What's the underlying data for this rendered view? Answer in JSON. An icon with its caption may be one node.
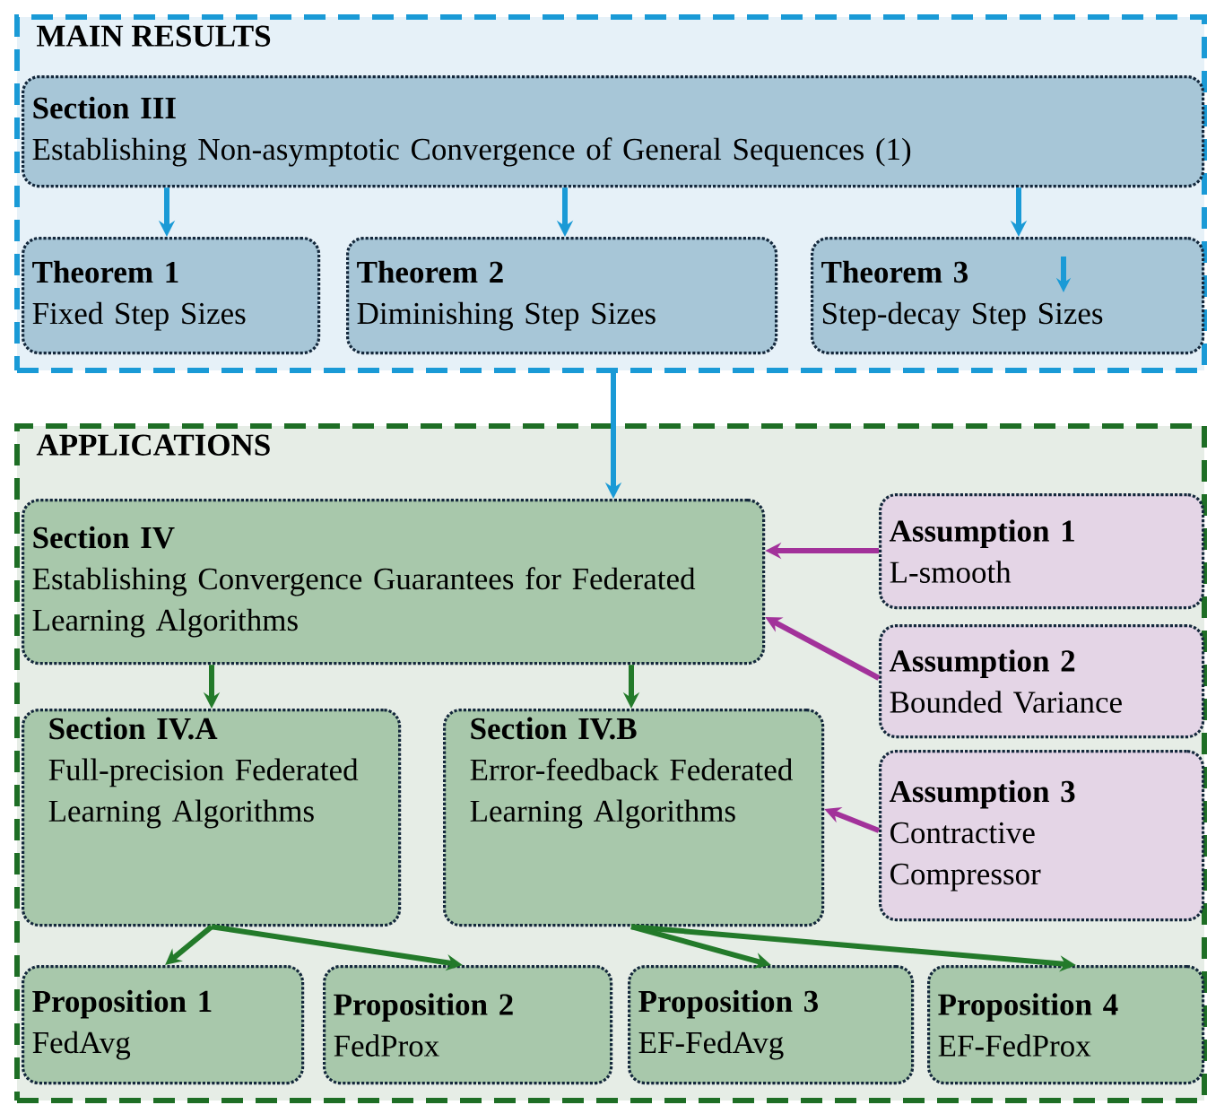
{
  "diagram": {
    "nodes": [
      {
        "text": [
          "MAIN RESULTS"
        ]
      },
      {
        "text": [
          "Section III",
          "Establishing Non-asymptotic Convergence of General Sequences (1)"
        ],
        "in": 0
      },
      {
        "text": [
          "Theorem 1",
          "Fixed Step Sizes"
        ],
        "in": 0
      },
      {
        "text": [
          "Theorem 2",
          "Diminishing Step Sizes"
        ],
        "in": 0
      },
      {
        "text": [
          "Theorem 3",
          "Step-decay Step Sizes"
        ],
        "in": 0
      },
      {
        "text": [
          "APPLICATIONS"
        ]
      },
      {
        "text": [
          "Section IV",
          "Establishing Convergence Guarantees for Federated Learning Algorithms"
        ],
        "in": 5
      },
      {
        "text": [
          "Assumption 1",
          "L-smooth"
        ],
        "in": 5
      },
      {
        "text": [
          "Assumption 2",
          "Bounded Variance"
        ],
        "in": 5
      },
      {
        "text": [
          "Section IV.A",
          "Full-precision Federated Learning Algorithms"
        ],
        "in": 5
      },
      {
        "text": [
          "Section IV.B",
          "Error-feedback Federated Learning Algorithms"
        ],
        "in": 5
      },
      {
        "text": [
          "Assumption 3",
          "Contractive Compressor"
        ],
        "in": 5
      },
      {
        "text": [
          "Proposition 1",
          "FedAvg"
        ],
        "in": 5
      },
      {
        "text": [
          "Proposition 2",
          "FedProx"
        ],
        "in": 5
      },
      {
        "text": [
          "Proposition 3",
          "EF-FedAvg"
        ],
        "in": 5
      },
      {
        "text": [
          "Proposition 4",
          "EF-FedProx"
        ],
        "in": 5
      }
    ],
    "edges": [
      {
        "from": 1,
        "to": 2,
        "arrow": "to",
        "color": "#1a9ad6"
      },
      {
        "from": 1,
        "to": 3,
        "arrow": "to",
        "color": "#1a9ad6"
      },
      {
        "from": 1,
        "to": 4,
        "arrow": "to",
        "color": "#1a9ad6"
      },
      {
        "from": 0,
        "to": 6,
        "arrow": "to",
        "color": "#1a9ad6"
      },
      {
        "from": 7,
        "to": 6,
        "arrow": "to",
        "color": "#a2329a"
      },
      {
        "from": 8,
        "to": 6,
        "arrow": "to",
        "color": "#a2329a"
      },
      {
        "from": 11,
        "to": 10,
        "arrow": "to",
        "color": "#a2329a"
      },
      {
        "from": 6,
        "to": 9,
        "arrow": "to"
      },
      {
        "from": 6,
        "to": 10,
        "arrow": "to"
      },
      {
        "from": 9,
        "to": 12,
        "arrow": "to"
      },
      {
        "from": 9,
        "to": 13,
        "arrow": "to"
      },
      {
        "from": 10,
        "to": 14,
        "arrow": "to"
      },
      {
        "from": 10,
        "to": 15,
        "arrow": "to"
      }
    ]
  }
}
